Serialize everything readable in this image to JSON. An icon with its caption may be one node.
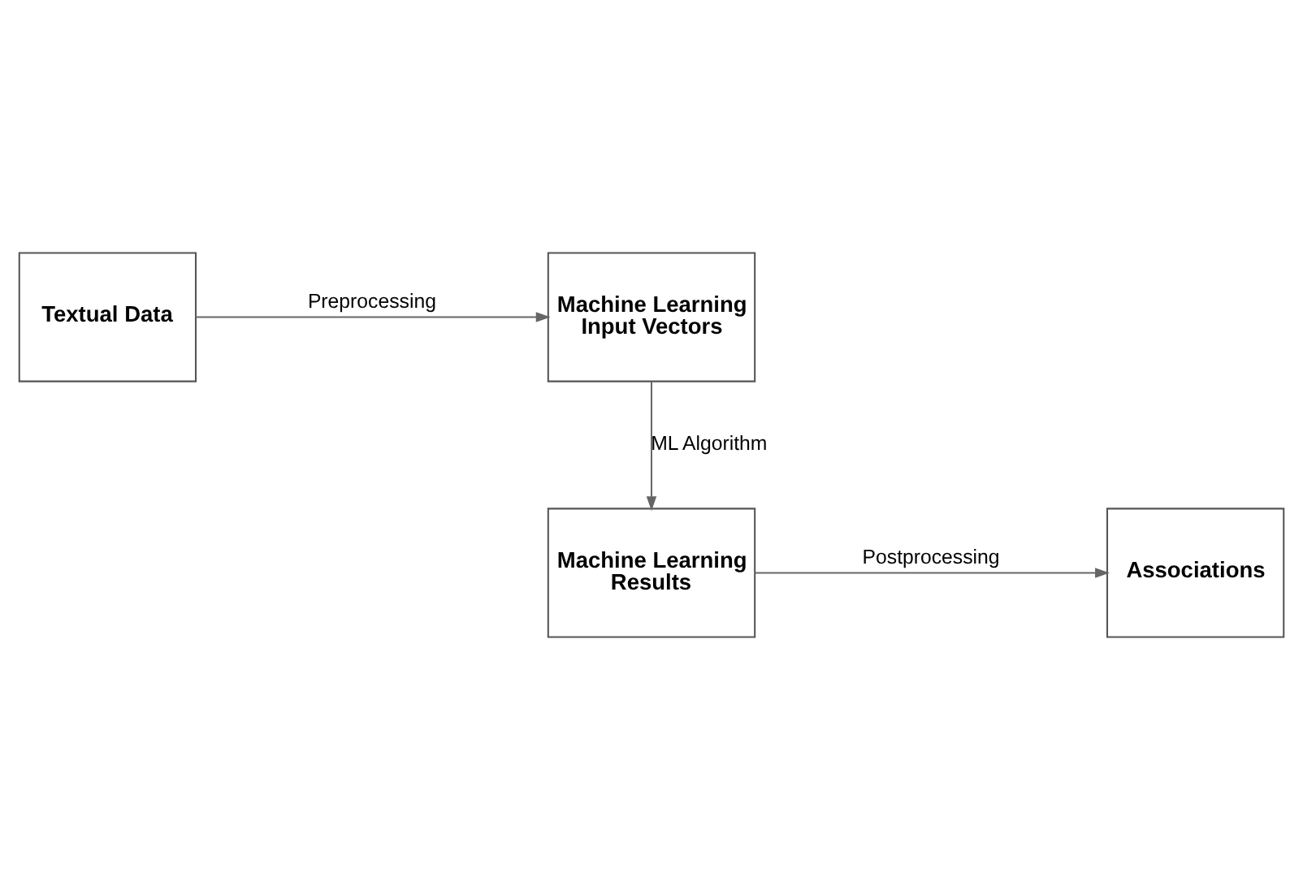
{
  "diagram": {
    "nodes": [
      {
        "text": [
          "Textual Data"
        ]
      },
      {
        "text": [
          "Machine Learning Input Vectors"
        ]
      },
      {
        "text": [
          "Machine Learning Results"
        ]
      },
      {
        "text": [
          "Associations"
        ]
      }
    ],
    "edges": [
      {
        "from": 0,
        "to": 1,
        "arrow": "to",
        "label": "Preprocessing"
      },
      {
        "from": 1,
        "to": 2,
        "arrow": "to",
        "label": "ML Algorithm"
      },
      {
        "from": 2,
        "to": 3,
        "arrow": "to",
        "label": "Postprocessing"
      }
    ]
  }
}
